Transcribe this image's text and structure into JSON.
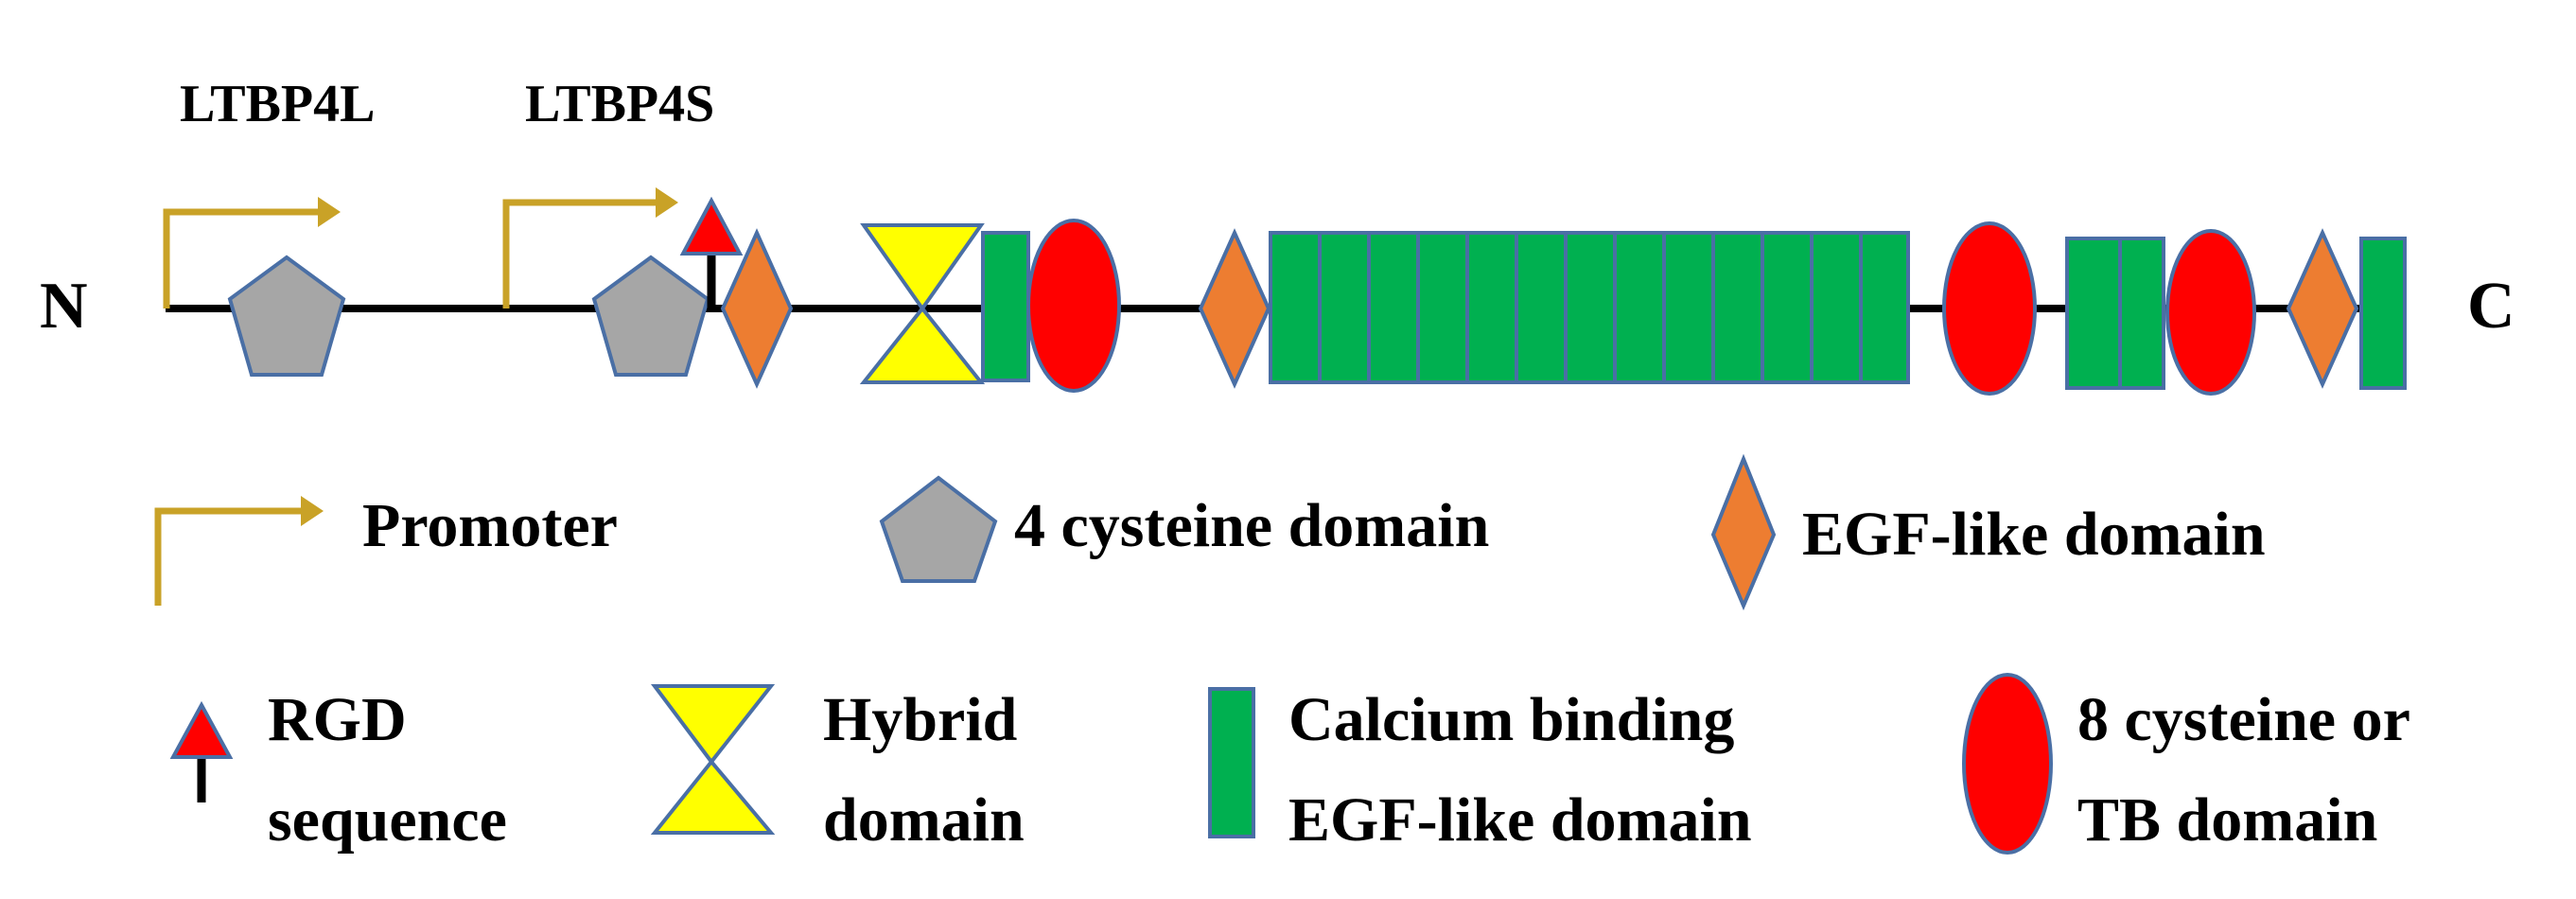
{
  "ends": {
    "n": "N",
    "c": "C"
  },
  "isoforms": {
    "long": "LTBP4L",
    "short": "LTBP4S"
  },
  "legend": {
    "promoter": "Promoter",
    "four_cysteine": "4 cysteine domain",
    "egf_like": "EGF-like domain",
    "rgd_line1": "RGD",
    "rgd_line2": "sequence",
    "hybrid_line1": "Hybrid",
    "hybrid_line2": "domain",
    "calcium_line1": "Calcium binding",
    "calcium_line2": "EGF-like domain",
    "eight_cysteine_line1": "8 cysteine or",
    "eight_cysteine_line2": "TB domain"
  },
  "colors": {
    "promoter": "#c9a227",
    "pentagon": "#a6a6a6",
    "egf": "#ed7d31",
    "calcium": "#00b050",
    "tb": "#ff0000",
    "hybrid": "#ffff00",
    "rgd": "#ff0000",
    "outline": "#4a6fa5"
  }
}
